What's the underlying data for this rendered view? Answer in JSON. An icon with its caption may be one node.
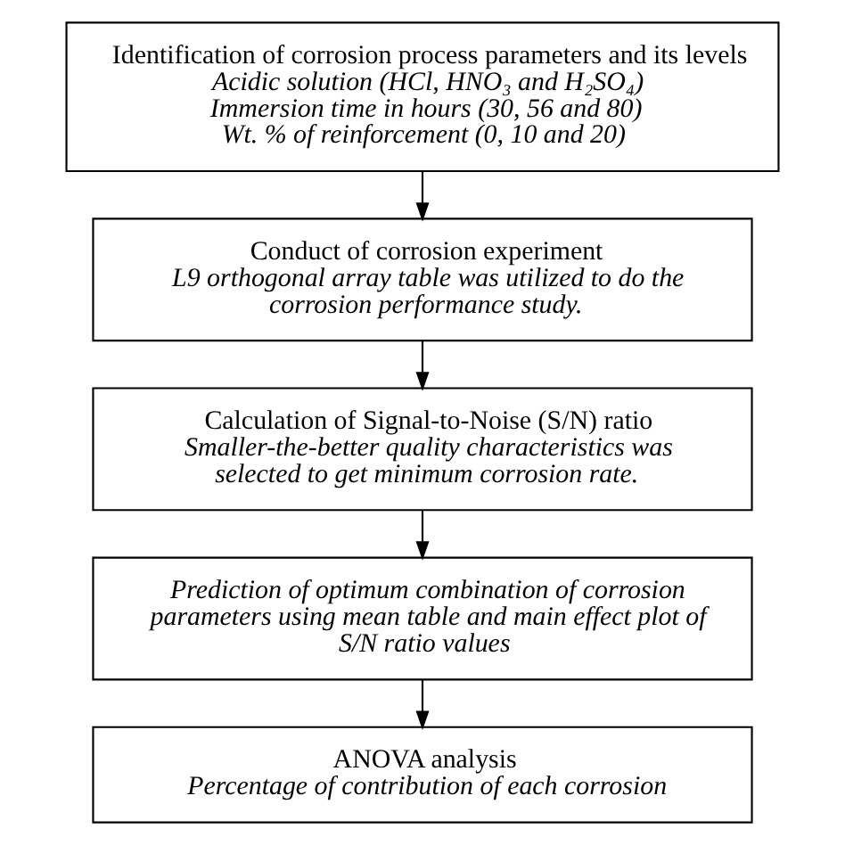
{
  "diagram": {
    "nodes": [
      {
        "text": [
          "Identification of corrosion process parameters and its levels",
          "Acidic solution (HCl, HNO₃ and H₂SO₄)",
          "Immersion time in hours (30, 56 and 80)",
          "Wt. % of reinforcement (0, 10 and 20)"
        ]
      },
      {
        "text": [
          "Conduct of corrosion experiment",
          "L9 orthogonal array table was utilized to do the corrosion performance study."
        ]
      },
      {
        "text": [
          "Calculation of Signal-to-Noise (S/N) ratio",
          "Smaller-the-better quality characteristics was selected to get minimum corrosion rate."
        ]
      },
      {
        "text": [
          "Prediction of optimum combination of corrosion parameters using mean table and main effect plot of S/N ratio values"
        ]
      },
      {
        "text": [
          "ANOVA analysis",
          "Percentage of contribution of each corrosion"
        ]
      }
    ],
    "edges": [
      {
        "from": 0,
        "to": 1,
        "arrow": "to"
      },
      {
        "from": 1,
        "to": 2,
        "arrow": "to"
      },
      {
        "from": 2,
        "to": 3,
        "arrow": "to"
      },
      {
        "from": 3,
        "to": 4,
        "arrow": "to"
      }
    ]
  }
}
